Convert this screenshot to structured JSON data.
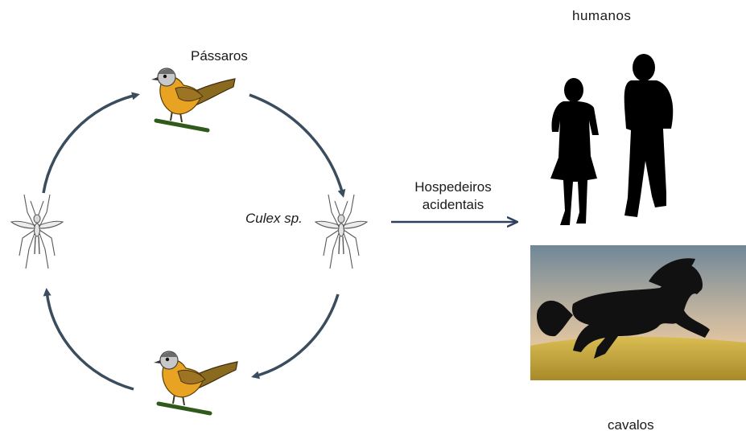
{
  "labels": {
    "birds": "Pássaros",
    "mosquito_genus": "Culex",
    "mosquito_suffix": " sp.",
    "hosts_line1": "Hospedeiros",
    "hosts_line2": "acidentais",
    "humans": "humanos",
    "horses": "cavalos"
  },
  "colors": {
    "cycle_arrow": "#3a4d5e",
    "host_arrow": "#2e4160",
    "bird_body": "#e8a322",
    "bird_wing": "#8a6a1e",
    "perch": "#2f5a1a",
    "silhouette": "#000000",
    "sky_top": "#6f8798",
    "sky_glow": "#e9c9a0",
    "grass": "#d4b54a"
  },
  "icons": [
    "bird-icon",
    "mosquito-icon",
    "human-silhouette-icon",
    "horse-silhouette-icon"
  ]
}
